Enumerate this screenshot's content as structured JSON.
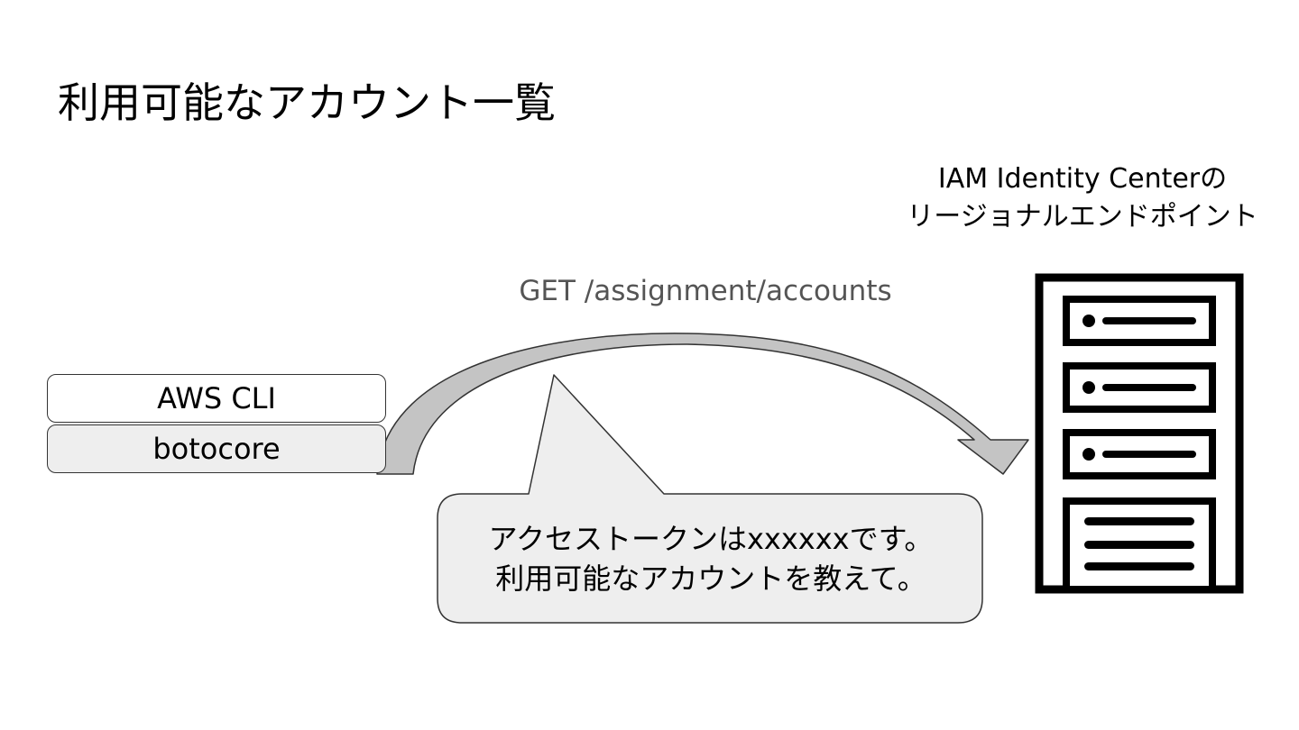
{
  "title": "利用可能なアカウント一覧",
  "endpoint": {
    "label_line1": "IAM Identity Centerの",
    "label_line2": "リージョナルエンドポイント",
    "icon": "server-rack-icon"
  },
  "request": {
    "label": "GET /assignment/accounts"
  },
  "client_stack": {
    "top_label": "AWS CLI",
    "bottom_label": "botocore"
  },
  "speech_bubble": {
    "line1": "アクセストークンはxxxxxxです。",
    "line2": "利用可能なアカウントを教えて。"
  },
  "colors": {
    "arrow_fill": "#c4c4c4",
    "bubble_fill": "#eeeeee",
    "outline": "#333333",
    "request_text": "#555555"
  }
}
